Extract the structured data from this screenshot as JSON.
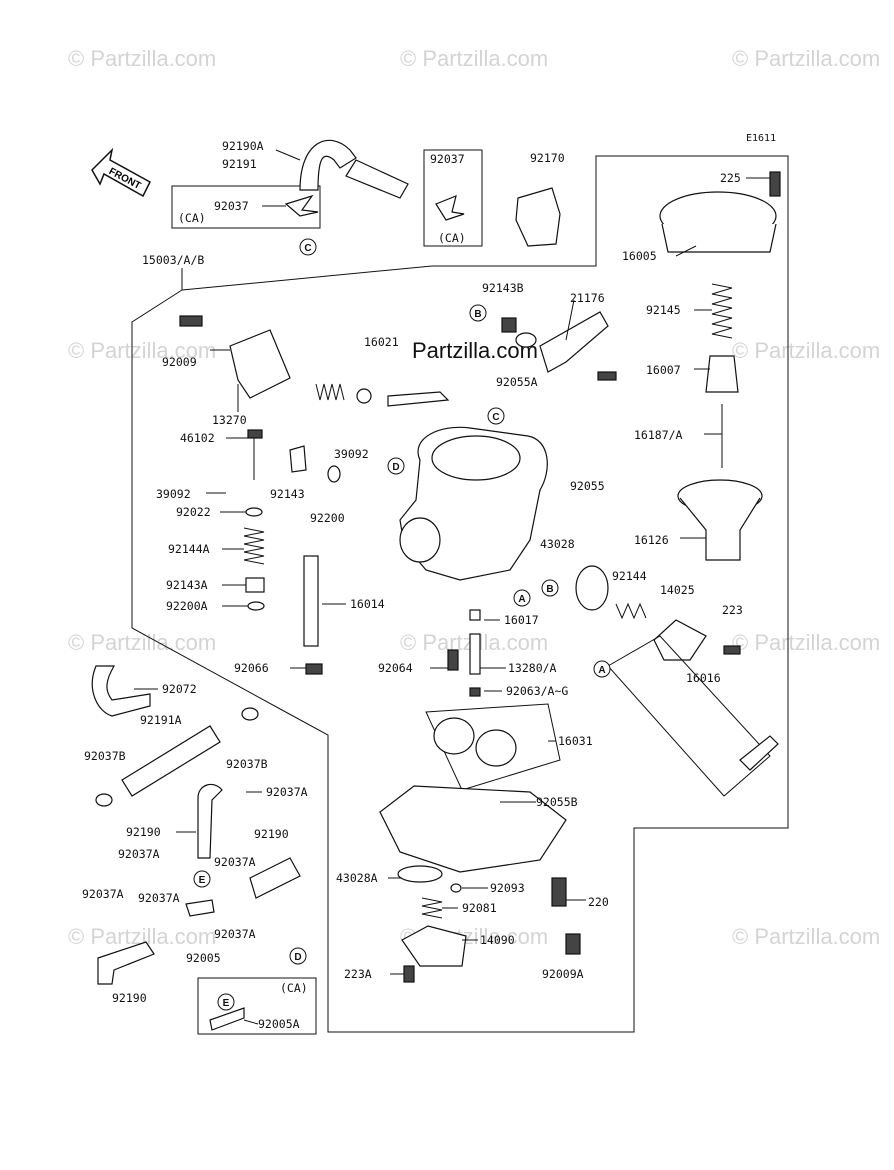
{
  "diagram_id": "E1611",
  "watermark": "© Partzilla.com",
  "brand": "Partzilla.com",
  "front_label": "FRONT",
  "labels": {
    "l_92190A": "92190A",
    "l_92191": "92191",
    "l_92037_ca1": "92037",
    "l_ca1": "(CA)",
    "l_92037_ca2": "92037",
    "l_ca2": "(CA)",
    "l_92170": "92170",
    "l_225": "225",
    "l_16005": "16005",
    "l_15003": "15003/A/B",
    "l_92143B": "92143B",
    "l_21176": "21176",
    "l_92145": "92145",
    "l_92009": "92009",
    "l_16021": "16021",
    "l_92055A": "92055A",
    "l_16007": "16007",
    "l_13270": "13270",
    "l_16187": "16187/A",
    "l_46102": "46102",
    "l_39092a": "39092",
    "l_39092b": "39092",
    "l_92143": "92143",
    "l_92055": "92055",
    "l_92200": "92200",
    "l_92022": "92022",
    "l_43028": "43028",
    "l_16126": "16126",
    "l_92144A": "92144A",
    "l_92144": "92144",
    "l_14025": "14025",
    "l_92143A": "92143A",
    "l_92200A": "92200A",
    "l_16014": "16014",
    "l_223": "223",
    "l_16017": "16017",
    "l_92066": "92066",
    "l_92064": "92064",
    "l_13280": "13280/A",
    "l_16016": "16016",
    "l_92072": "92072",
    "l_92063": "92063/A~G",
    "l_92191A": "92191A",
    "l_16031": "16031",
    "l_92037B_a": "92037B",
    "l_92037B_b": "92037B",
    "l_92037A_a": "92037A",
    "l_92055B": "92055B",
    "l_92190_a": "92190",
    "l_92190_b": "92190",
    "l_92037A_b": "92037A",
    "l_92037A_c": "92037A",
    "l_43028A": "43028A",
    "l_92093": "92093",
    "l_92037A_d": "92037A",
    "l_92037A_e": "92037A",
    "l_92081": "92081",
    "l_220": "220",
    "l_92037A_f": "92037A",
    "l_14090": "14090",
    "l_92005": "92005",
    "l_223A": "223A",
    "l_92009A": "92009A",
    "l_92190_c": "92190",
    "l_ca3": "(CA)",
    "l_92005A": "92005A"
  },
  "callouts": {
    "A": "A",
    "B": "B",
    "C": "C",
    "D": "D",
    "E": "E"
  }
}
